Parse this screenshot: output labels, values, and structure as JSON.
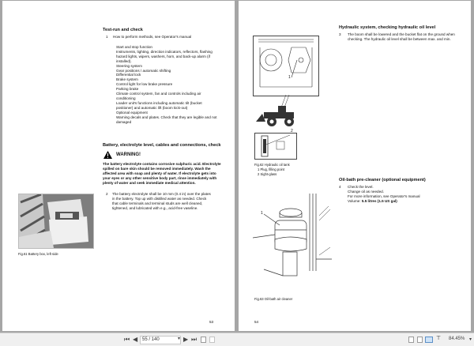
{
  "left_page": {
    "section1_title": "Test-run and check",
    "step1_num": "1",
    "step1_text": "How to perform methods, see Operator's manual",
    "checklist": [
      "Start and stop function",
      "Instruments, lighting, direction indicators, reflectors, flashing hazard lights, wipers, washers, horn, and back-up alarm (if installed).",
      "Steering system",
      "Gear positions / automatic shifting",
      "Differential lock",
      "Brake system",
      "Control light for low brake pressure",
      "Parking brake",
      "Climate control system, fan and controls including air conditioning",
      "Loader unit's functions including automatic tilt (bucket positioner) and automatic lift (boom kick-out)",
      "Optional equipment",
      "Warning decals and plates. Check that they are legible and not damaged"
    ],
    "section2_title": "Battery, electrolyte level, cables and connections, check",
    "warning_label": "WARNING!",
    "warning_text": "The battery electrolyte contains corrosive sulphuric acid. Electrolyte spilled on bare skin should be removed immediately. Wash the affected area with soap and plenty of water. If electrolyte gets into your eyes or any other sensitive body part, rinse immediately with plenty of water and seek immediate medical attention.",
    "step2_num": "2",
    "step2_text": "The battery electrolyte shall be 10 mm (0.4 in) over the plates in the battery. Top up with distilled water as needed. Check that cable terminals and terminal studs are well cleaned, tightened, and lubricated with e.g., acid-free vaseline.",
    "figure_caption": "Fig.61 Battery box, left side",
    "page_number": "53"
  },
  "right_page": {
    "section1_title": "Hydraulic system, checking hydraulic oil level",
    "step3_num": "3",
    "step3_text": "The boom shall be lowered and the bucket flat on the ground when checking. The hydraulic oil level shall be between max. and min.",
    "fig62_caption": "Fig.62 Hydraulic oil tank",
    "fig62_items": [
      "1   Plug, filling point",
      "2   Sight-glass"
    ],
    "fig62_callouts": [
      "1",
      "2"
    ],
    "section2_title": "Oil-bath pre-cleaner (optional equipment)",
    "step4_num": "4",
    "step4_lines": [
      "Check the level.",
      "Change oil as needed.",
      "For more information, see Operator's manual"
    ],
    "step4_volume_label": "Volume: ",
    "step4_volume_value": "5.5 litres (1.5 US gal)",
    "fig63_caption": "Fig.63 Oil-bath air cleaner",
    "fig63_callout": "1",
    "page_number": "54"
  },
  "toolbar": {
    "first_page_icon": "⏮",
    "prev_page_icon": "◀",
    "page_indicator": "55 / 140",
    "dropdown_icon": "▾",
    "next_page_icon": "▶",
    "last_page_icon": "⏭",
    "zoom_level": "84.45%",
    "zoom_dropdown_icon": "▾"
  }
}
